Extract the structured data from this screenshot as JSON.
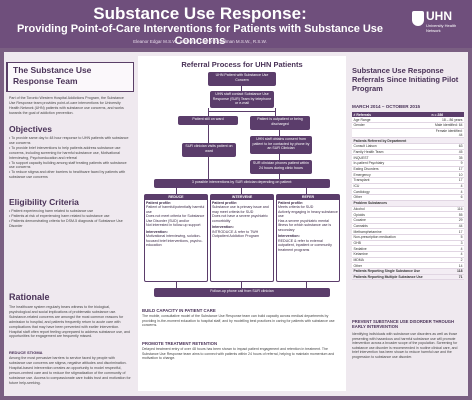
{
  "header": {
    "title": "Substance Use Response:",
    "subtitle": "Providing Point-of-Care Interventions for Patients with Substance Use Concerns",
    "authors": "Eleanor Edgar M.S.W., R.S.W. & Lauren Goodman M.S.W., R.S.W.",
    "logo_text": "UHN",
    "logo_sub": "University Health Network"
  },
  "left": {
    "team_title": "The Substance Use Response Team",
    "team_text": "Part of the Toronto Western Hospital Addictions Program, the Substance Use Response team provides point-of-care interventions for University Health Network (UHN) patients with substance use concerns, and works towards the goal of addiction prevention.",
    "objectives_h": "Objectives",
    "objectives": [
      "To provide same day to 48 hour response to UHN patients with substance use concerns",
      "To provide brief interventions to help patients address substance use concerns, including screening for harmful substance use, Motivational Interviewing, Psychoeducation and referral",
      "To support capacity building among staff treating patients with substance use concerns",
      "To reduce stigma and other barriers to healthcare faced by patients with substance use concerns"
    ],
    "eligibility_h": "Eligibility Criteria",
    "eligibility": [
      "Patient experiencing harm related to substance use",
      "Patients at risk of experiencing harm related to substance use",
      "Patients demonstrating criteria for DSM-5 diagnosis of Substance Use Disorder"
    ],
    "rationale_h": "Rationale",
    "rationale_text": "The healthcare system regularly bears witness to the biological, psychological and social implications of problematic substance use. Substance-related concerns are amongst the most common reasons for admission to hospital, and patients frequently return to acute care with complications that may have been prevented with earlier intervention. Hospital staff often report feeling unprepared to address substance use, and opportunities for engagement are frequently missed.",
    "reduce_h": "REDUCE STIGMA",
    "reduce_text": "Among the most pervasive barriers to service faced by people with substance use concerns are stigma, negative attitudes and discrimination. Hospital-based intervention creates an opportunity to model respectful, person-centred care and to reduce the stigmatization of the community of substance use. Access to compassionate care builds trust and motivation for future help-seeking."
  },
  "mid": {
    "title": "Referral Process for UHN Patients",
    "start": "UHN Patient with Substance Use Concern",
    "staff_referral": "UHN staff contact Substance Use Response (SUR) Team by telephone or e-mail",
    "still_ward": "Patient still on ward",
    "discharged": "Patient is outpatient or being discharged",
    "sur_assess": "SUR clinician visits patient on ward",
    "sur_phone": "UHN staff obtains consent from patient to be contacted by phone by an SUR Clinician",
    "sur_clinic": "SUR clinician phones patient within 24 hours during clinic hours",
    "paths": "3 possible interventions by SUR clinician depending on patient:",
    "reduce_h": "REDUCE",
    "reduce_profile": "Patient profile:",
    "reduce_items": [
      "Patient of harmful/potentially harmful use",
      "Does not meet criteria for Substance Use Disorder (SUD) and/or",
      "Not interested in follow-up support"
    ],
    "reduce_int": "Intervention:",
    "reduce_int_items": [
      "Motivational interviewing, solution-focused brief interventions, psycho-education"
    ],
    "intervene_h": "INTERVENE",
    "intervene_items": [
      "Substance use is primary issue and may meet criteria for SUD",
      "Does not have a severe psychiatric comorbidity",
      "INTRODUCE & refer to TWH Outpatient Addiction Program"
    ],
    "refer_h": "REFER",
    "refer_items": [
      "Meets criteria for SUD",
      "Actively engaging in heavy substance use",
      "Has a severe psychiatric mental illness for which substance use is secondary",
      "REDUCE & refer to external outpatient, inpatient or community treatment programs"
    ],
    "followup": "Follow-up phone call from SUR clinician",
    "build_h": "BUILD CAPACITY IN PATIENT CARE",
    "build_text": "The mobile, consultative model of the Substance Use Response team can build capacity across medical departments by providing in-the-moment education to hospital staff, and by modelling best practices in caring for patients with substance use concerns.",
    "promote_h": "PROMOTE TREATMENT RETENTION",
    "promote_text": "Delayed treatment entry of over 48 hours has been shown to impact patient engagement and retention in treatment. The Substance Use Response team aims to connect with patients within 24 hours of referral, helping to maintain momentum and motivation to change."
  },
  "right": {
    "title": "Substance Use Response Referrals Since Initiating Pilot Program",
    "date": "MARCH 2014 – OCTOBER 2015",
    "col_label": "# Referrals",
    "col_value": "n = 286",
    "rows": [
      {
        "label": "Age Range",
        "value": "18 – 86 years",
        "sec": false
      },
      {
        "label": "Gender",
        "value": "Male identified: 64",
        "sec": false
      },
      {
        "label": "",
        "value": "Female identified: 44",
        "sec": false
      },
      {
        "label": "Patients Referred by Department",
        "value": "",
        "sec": true
      },
      {
        "label": "Consult Liaison",
        "value": "63",
        "sec": false
      },
      {
        "label": "Family Health Team",
        "value": "45",
        "sec": false
      },
      {
        "label": "INQUEST",
        "value": "35",
        "sec": false
      },
      {
        "label": "In-patient Psychiatry",
        "value": "9",
        "sec": false
      },
      {
        "label": "Eating Disorders",
        "value": "17",
        "sec": false
      },
      {
        "label": "Emergency",
        "value": "10",
        "sec": false
      },
      {
        "label": "Transplant",
        "value": "17",
        "sec": false
      },
      {
        "label": "ICU",
        "value": "4",
        "sec": false
      },
      {
        "label": "Cardiology",
        "value": "4",
        "sec": false
      },
      {
        "label": "Other",
        "value": "6",
        "sec": false
      },
      {
        "label": "Problem Substances",
        "value": "",
        "sec": true
      },
      {
        "label": "Alcohol",
        "value": "116",
        "sec": false
      },
      {
        "label": "Opioids",
        "value": "55",
        "sec": false
      },
      {
        "label": "Cocaine",
        "value": "29",
        "sec": false
      },
      {
        "label": "Cannabis",
        "value": "44",
        "sec": false
      },
      {
        "label": "Methamphetamine",
        "value": "17",
        "sec": false
      },
      {
        "label": "Non-prescription medication",
        "value": "5",
        "sec": false
      },
      {
        "label": "GHB",
        "value": "3",
        "sec": false
      },
      {
        "label": "Sedative",
        "value": "4",
        "sec": false
      },
      {
        "label": "Ketamine",
        "value": "4",
        "sec": false
      },
      {
        "label": "MDMA",
        "value": "2",
        "sec": false
      },
      {
        "label": "Other",
        "value": "14",
        "sec": false
      },
      {
        "label": "Patients Reporting Single Substance Use",
        "value": "118",
        "sec": true
      },
      {
        "label": "Patients Reporting Multiple Substance Use",
        "value": "71",
        "sec": true
      }
    ],
    "foot_h": "PREVENT SUBSTANCE USE DISORDER THROUGH EARLY INTERVENTION",
    "foot_text": "Identifying individuals with substance use disorders as well as those presenting with hazardous and harmful substance use will promote intervention across a broader scope of the population. Screening for substance use disorder is recommended in routine clinical care, and brief intervention has been shown to reduce harmful use and the progression to substance use disorder."
  }
}
